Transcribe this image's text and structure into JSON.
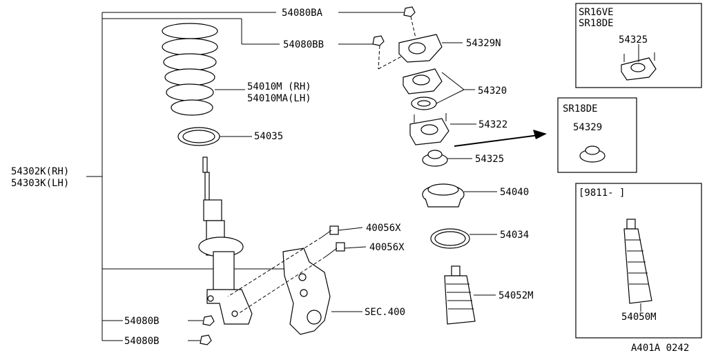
{
  "labels": {
    "p54080BA": "54080BA",
    "p54080BB": "54080BB",
    "p54329N": "54329N",
    "p54320": "54320",
    "p54322": "54322",
    "p54325": "54325",
    "p54040": "54040",
    "p54034": "54034",
    "p54052M": "54052M",
    "p54010M": "54010M (RH)",
    "p54010MA": "54010MA(LH)",
    "p54035": "54035",
    "p54302K": "54302K(RH)",
    "p54303K": "54303K(LH)",
    "p40056X_a": "40056X",
    "p40056X_b": "40056X",
    "sec400": "SEC.400",
    "p54080B_a": "54080B",
    "p54080B_b": "54080B"
  },
  "inset_sr16ve": {
    "title1": "SR16VE",
    "title2": "SR18DE",
    "part": "54325"
  },
  "inset_sr18de": {
    "title": "SR18DE",
    "part": "54329"
  },
  "inset_9811": {
    "title": "[9811-    ]",
    "part": "54050M"
  },
  "footer": {
    "code": "A401A 0242"
  }
}
